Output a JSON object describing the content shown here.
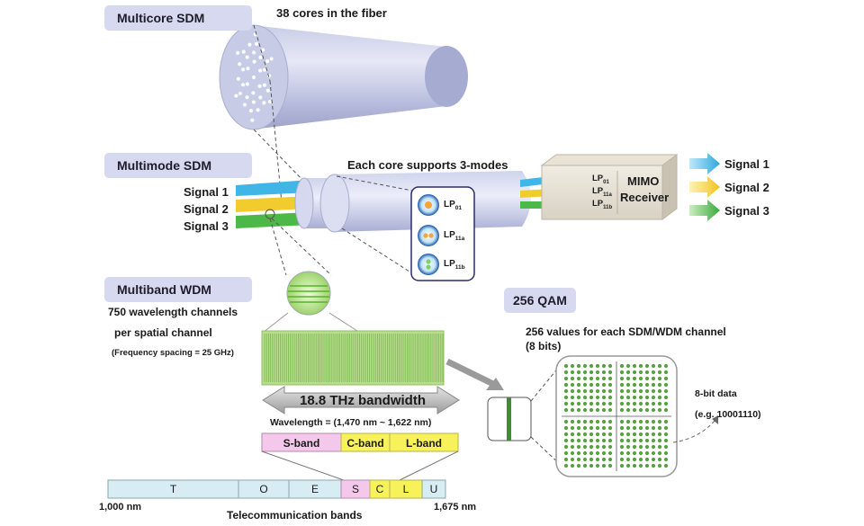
{
  "multicore": {
    "label": "Multicore SDM",
    "caption": "38 cores in the fiber"
  },
  "multimode": {
    "label": "Multimode SDM",
    "caption": "Each core supports 3-modes",
    "inputs": [
      "Signal 1",
      "Signal 2",
      "Signal 3"
    ],
    "modes": [
      {
        "name": "LP",
        "sub": "01"
      },
      {
        "name": "LP",
        "sub": "11a"
      },
      {
        "name": "LP",
        "sub": "11b"
      }
    ],
    "receiver_modes": [
      {
        "name": "LP",
        "sub": "01"
      },
      {
        "name": "LP",
        "sub": "11a"
      },
      {
        "name": "LP",
        "sub": "11b"
      }
    ],
    "receiver_line1": "MIMO",
    "receiver_line2": "Receiver",
    "outputs": [
      "Signal 1",
      "Signal 2",
      "Signal 3"
    ]
  },
  "multiband": {
    "label": "Multiband WDM",
    "line1": "750 wavelength channels",
    "line2": "per spatial channel",
    "note": "(Frequency spacing = 25 GHz)",
    "bandwidth": "18.8 THz bandwidth",
    "wavelength": "Wavelength = (1,470 nm ~ 1,622 nm)",
    "bands": [
      "S-band",
      "C-band",
      "L-band"
    ]
  },
  "qam": {
    "label": "256 QAM",
    "line1": "256 values for each SDM/WDM channel",
    "line2": "(8 bits)",
    "data_line1": "8-bit data",
    "data_line2": "(e.g. 10001110)"
  },
  "telecom": {
    "bands": [
      "T",
      "O",
      "E",
      "S",
      "C",
      "L",
      "U"
    ],
    "min": "1,000 nm",
    "max": "1,675 nm",
    "title": "Telecommunication bands"
  },
  "colors": {
    "label_bg": "#d7d9f1",
    "signal1": "#3fb6e6",
    "signal2": "#f2cc2e",
    "signal3": "#4cb848",
    "sband": "#f4c8ea",
    "cband": "#f7f15a",
    "lband": "#f7f15a",
    "spectrum": "#b9dd8f",
    "telecom_bar": "#d8ecf4"
  }
}
